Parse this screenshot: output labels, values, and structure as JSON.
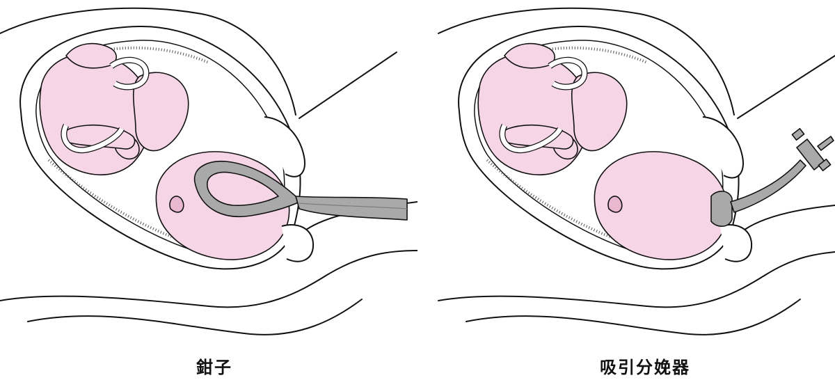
{
  "panels": [
    {
      "caption": "鉗子",
      "instrument": "forceps"
    },
    {
      "caption": "吸引分娩器",
      "instrument": "vacuum-extractor"
    }
  ],
  "colors": {
    "skin": "#f6d6e6",
    "skin_shadow": "#e9b7d0",
    "instrument": "#a9a9a9",
    "instrument_dark": "#7d7d7d",
    "outline": "#111111"
  }
}
